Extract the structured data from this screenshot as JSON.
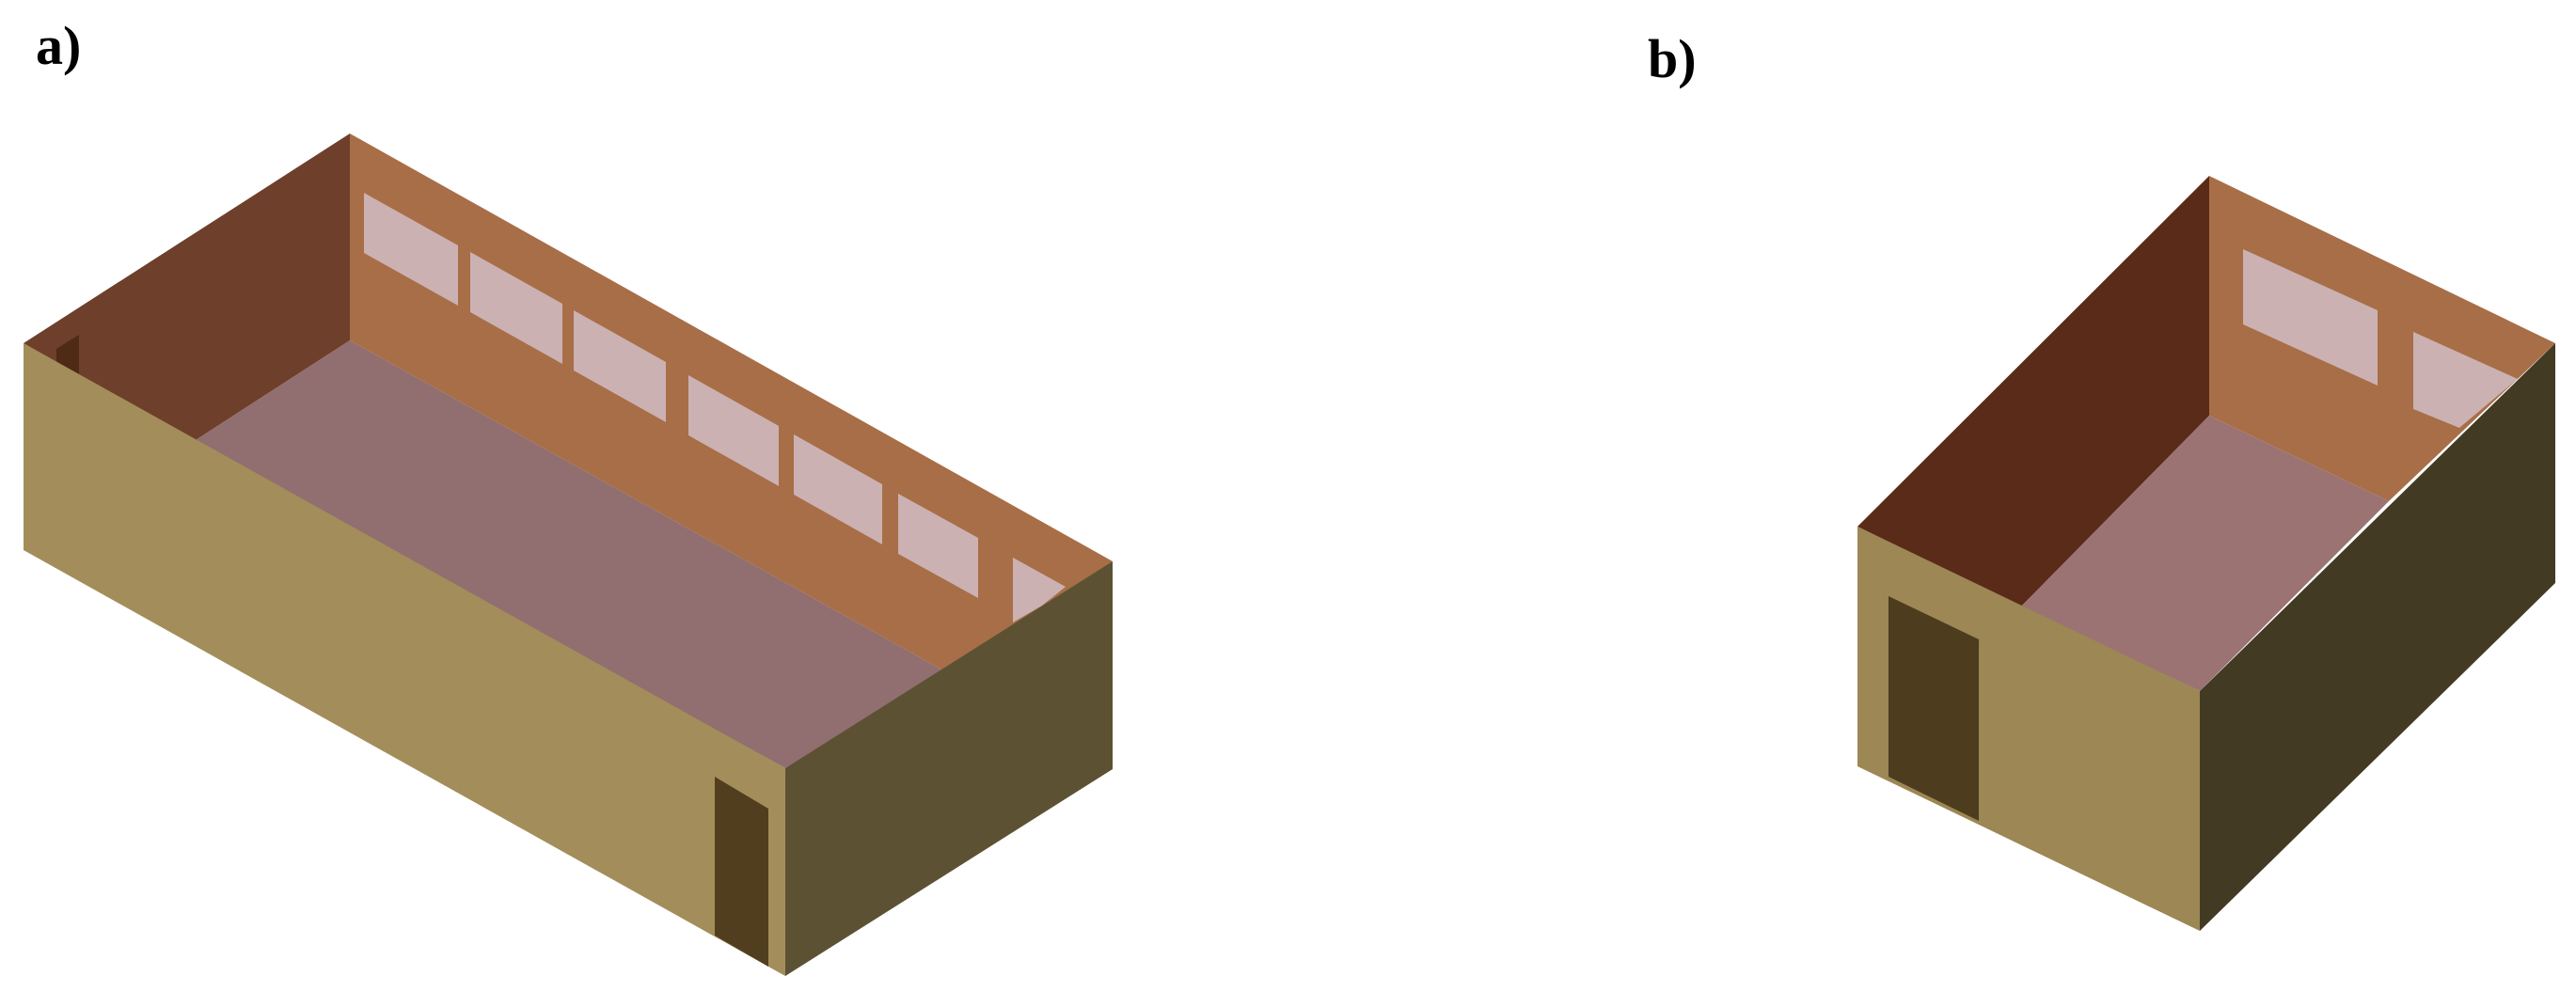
{
  "panels": [
    {
      "label": "a)",
      "colors": {
        "back_left_wall": "#6e3f2a",
        "back_right_wall": "#a86e47",
        "floor": "#916e6f",
        "front_wall": "#a38d5a",
        "side_wall": "#5c5233",
        "window": "#cbb1b2",
        "door": "#503e1e",
        "door_behind": "#4e2a17"
      },
      "window_count": 7,
      "door_count": 1
    },
    {
      "label": "b)",
      "colors": {
        "back_left_wall": "#5a2b19",
        "back_right_wall": "#a86e47",
        "floor": "#9b7373",
        "front_wall": "#9c8755",
        "side_wall": "#433a24",
        "window": "#cbb1b2",
        "door": "#4d3d1e"
      },
      "window_count": 2,
      "door_count": 1
    }
  ]
}
